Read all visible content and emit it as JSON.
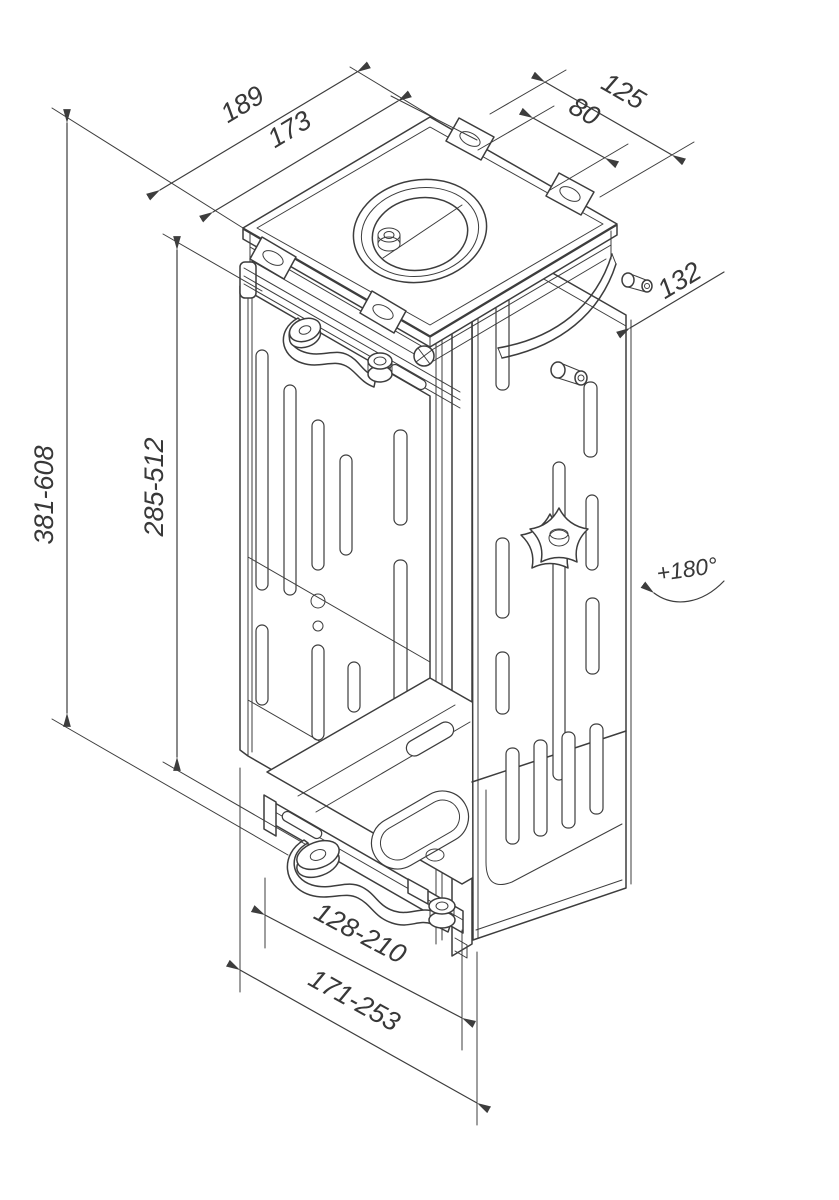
{
  "page": {
    "background": "#ffffff",
    "line_color": "#3d3d3d",
    "text_color": "#383838"
  },
  "dimensions": {
    "top_width_outer": "189",
    "top_width_inner": "173",
    "top_depth_outer": "125",
    "top_depth_inner": "80",
    "side_depth": "132",
    "height_range_outer": "381-608",
    "height_range_inner": "285-512",
    "bottom_width_inner": "128-210",
    "bottom_width_outer": "171-253"
  },
  "annotations": {
    "rotation": "+180°"
  }
}
